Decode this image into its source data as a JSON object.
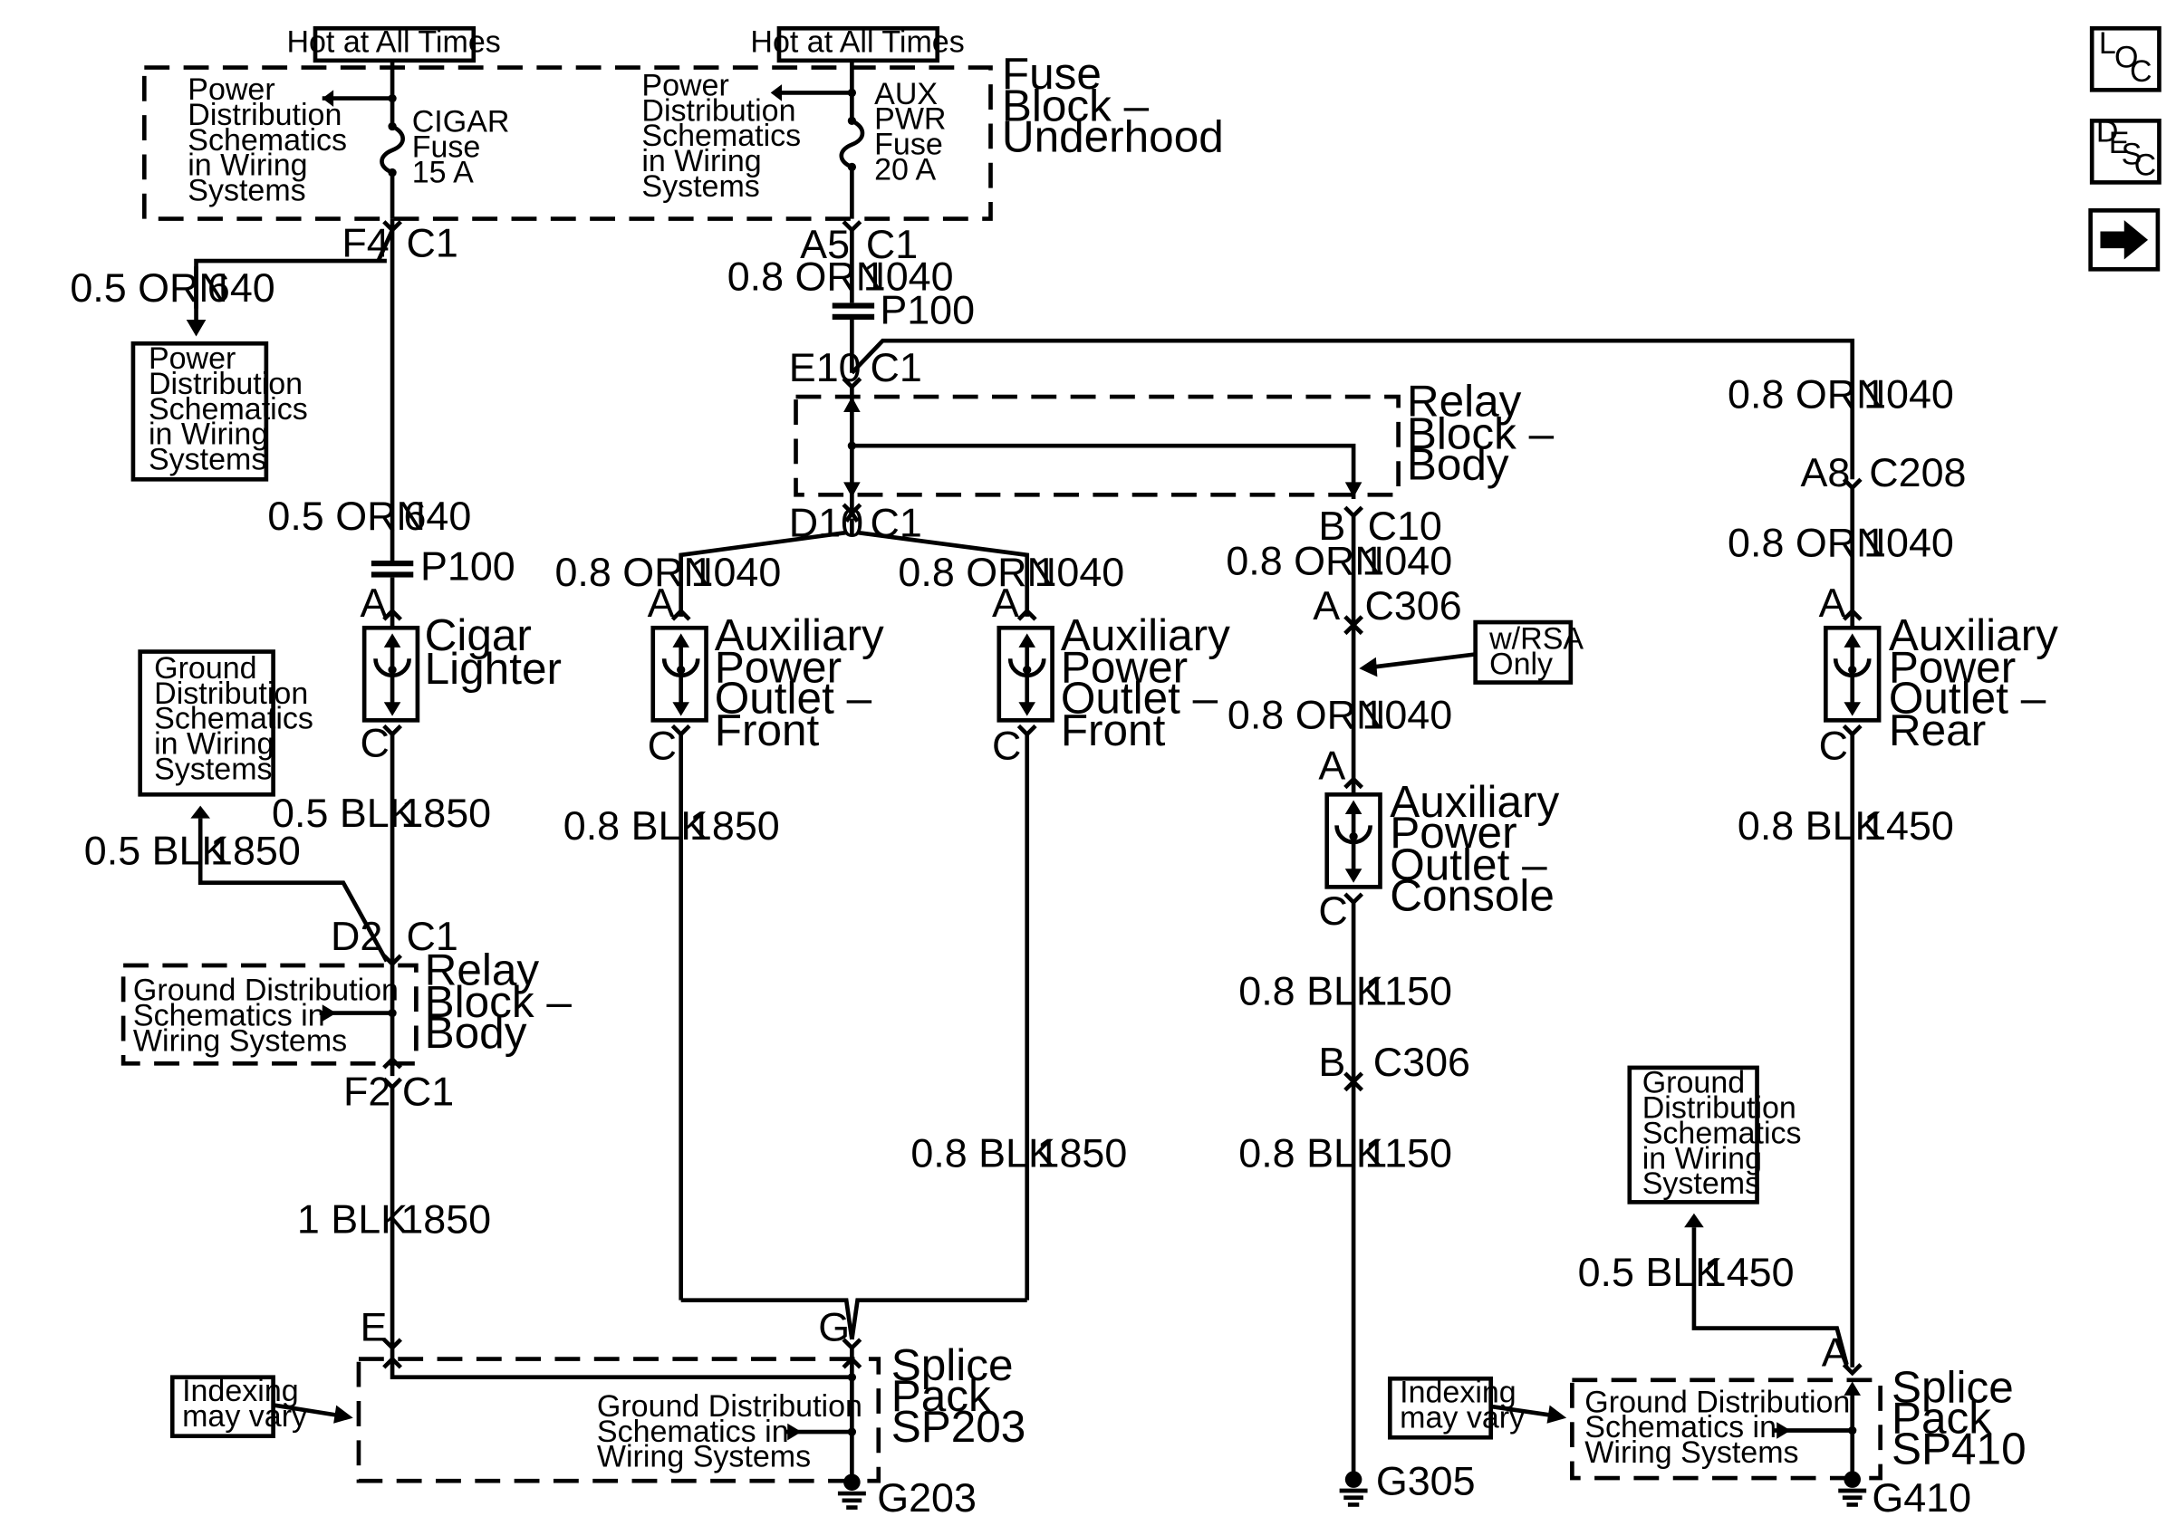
{
  "nav": {
    "loc": [
      "L",
      "O",
      "C"
    ],
    "desc": [
      "D",
      "E",
      "S",
      "C"
    ],
    "next_icon": "right-arrow-icon"
  },
  "hot_label": "Hot at All Times",
  "pds": [
    "Power",
    "Distribution",
    "Schematics",
    "in Wiring",
    "Systems"
  ],
  "gds": [
    "Ground",
    "Distribution",
    "Schematics",
    "in Wiring",
    "Systems"
  ],
  "gds3": [
    "Ground Distribution",
    "Schematics in",
    "Wiring Systems"
  ],
  "indexing": [
    "Indexing",
    "may vary"
  ],
  "fuse_block": [
    "Fuse",
    "Block –",
    "Underhood"
  ],
  "cigar_fuse": [
    "CIGAR",
    "Fuse",
    "15 A"
  ],
  "aux_fuse": [
    "AUX",
    "PWR",
    "Fuse",
    "20 A"
  ],
  "relay_block": [
    "Relay",
    "Block –",
    "Body"
  ],
  "cigar_lighter": [
    "Cigar",
    "Lighter"
  ],
  "apo_front": [
    "Auxiliary",
    "Power",
    "Outlet –",
    "Front"
  ],
  "apo_rear": [
    "Auxiliary",
    "Power",
    "Outlet –",
    "Rear"
  ],
  "apo_console": [
    "Auxiliary",
    "Power",
    "Outlet –",
    "Console"
  ],
  "splice_203": [
    "Splice",
    "Pack",
    "SP203"
  ],
  "splice_410": [
    "Splice",
    "Pack",
    "SP410"
  ],
  "rsa": [
    "w/RSA",
    "Only"
  ],
  "t": {
    "F4": "F4",
    "C1": "C1",
    "A5": "A5",
    "E10": "E10",
    "D10": "D10",
    "D2": "D2",
    "F2": "F2",
    "A": "A",
    "B": "B",
    "C": "C",
    "E": "E",
    "G": "G",
    "A8": "A8",
    "C10": "C10",
    "C306": "C306",
    "C208": "C208",
    "P100": "P100",
    "G203": "G203",
    "G305": "G305",
    "G410": "G410",
    "orn05": "0.5 ORN",
    "orn08": "0.8 ORN",
    "blk05": "0.5 BLK",
    "blk08": "0.8 BLK",
    "blk1": "1 BLK",
    "n640": "640",
    "n1040": "1040",
    "n1850": "1850",
    "n1150": "1150",
    "n1450": "1450"
  }
}
